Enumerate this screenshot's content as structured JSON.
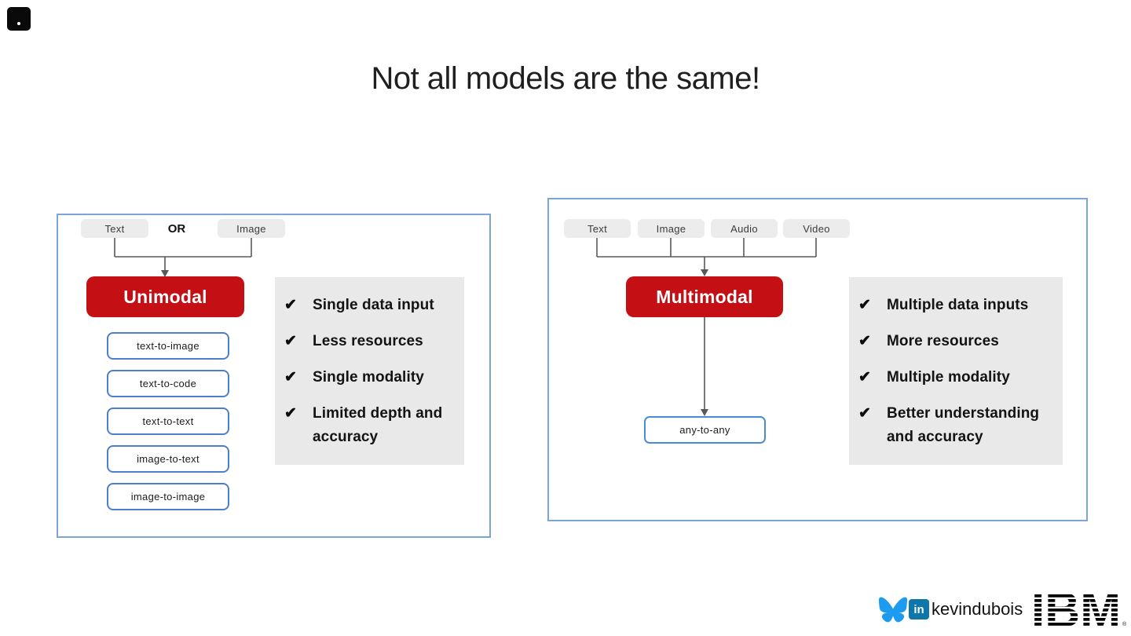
{
  "title": "Not all models are the same!",
  "glyphs": {
    "check": "✔"
  },
  "colors": {
    "accent_red": "#c40f14",
    "panel_border": "#7aa5d6",
    "type_box_border": "#4a7ed0",
    "chip_bg": "#ececec",
    "features_bg": "#e9e9e9",
    "connector_gray": "#595959",
    "bluesky_blue": "#1d9bf0",
    "linkedin_blue": "#0e76a8",
    "ibm_black": "#000000"
  },
  "left_panel": {
    "inputs": [
      "Text",
      "Image"
    ],
    "or_label": "OR",
    "model_label": "Unimodal",
    "model_types": [
      "text-to-image",
      "text-to-code",
      "text-to-text",
      "image-to-text",
      "image-to-image"
    ],
    "features": [
      "Single data input",
      "Less resources",
      "Single modality",
      "Limited depth and accuracy"
    ]
  },
  "right_panel": {
    "inputs": [
      "Text",
      "Image",
      "Audio",
      "Video"
    ],
    "model_label": "Multimodal",
    "output_label": "any-to-any",
    "features": [
      "Multiple data inputs",
      "More resources",
      "Multiple modality",
      "Better understanding and accuracy"
    ]
  },
  "footer": {
    "handle": "kevindubois",
    "ibm_logo_text": "IBM",
    "registered_mark": "®"
  }
}
